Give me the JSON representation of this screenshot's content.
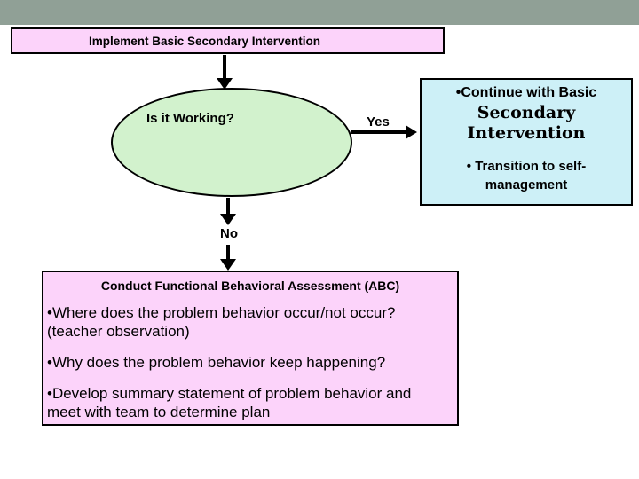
{
  "colors": {
    "header_bar": "#90A096",
    "process_box_bg": "#FCD3FA",
    "decision_bg": "#D2F2CD",
    "outcome_bg": "#CDF0F7",
    "border": "#000000",
    "text": "#000000"
  },
  "flowchart": {
    "top_box": {
      "label": "Implement Basic Secondary Intervention"
    },
    "decision": {
      "label": "Is it Working?"
    },
    "yes_label": "Yes",
    "no_label": "No",
    "outcome_box": {
      "intro": "•Continue with Basic",
      "emphasis": "Secondary\nIntervention",
      "transition": "• Transition to self-\nmanagement"
    },
    "assessment_box": {
      "title": "Conduct Functional Behavioral Assessment (ABC)",
      "bullets": [
        "•Where does the problem behavior occur/not occur?\n(teacher observation)",
        "•Why does the problem behavior keep happening?",
        "•Develop summary statement of problem behavior and\nmeet with team to determine plan"
      ]
    }
  }
}
